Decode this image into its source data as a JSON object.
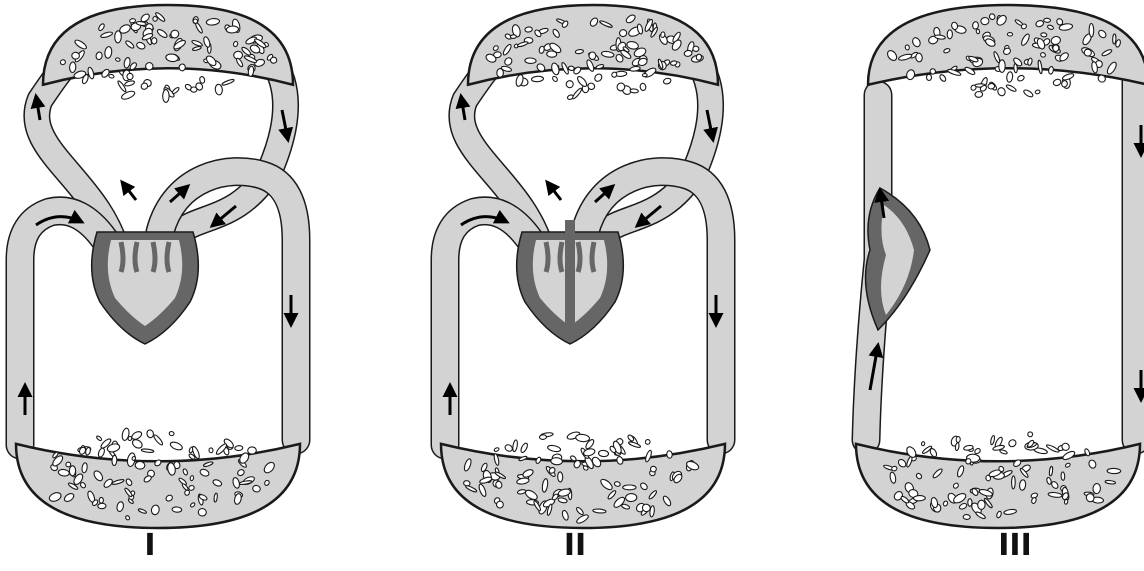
{
  "colors": {
    "vessel_fill": "#d3d3d3",
    "heart_fill": "#666666",
    "outline": "#1a1a1a",
    "background": "#ffffff"
  },
  "panels": [
    {
      "label": "I"
    },
    {
      "label": "II"
    },
    {
      "label": "III"
    }
  ]
}
